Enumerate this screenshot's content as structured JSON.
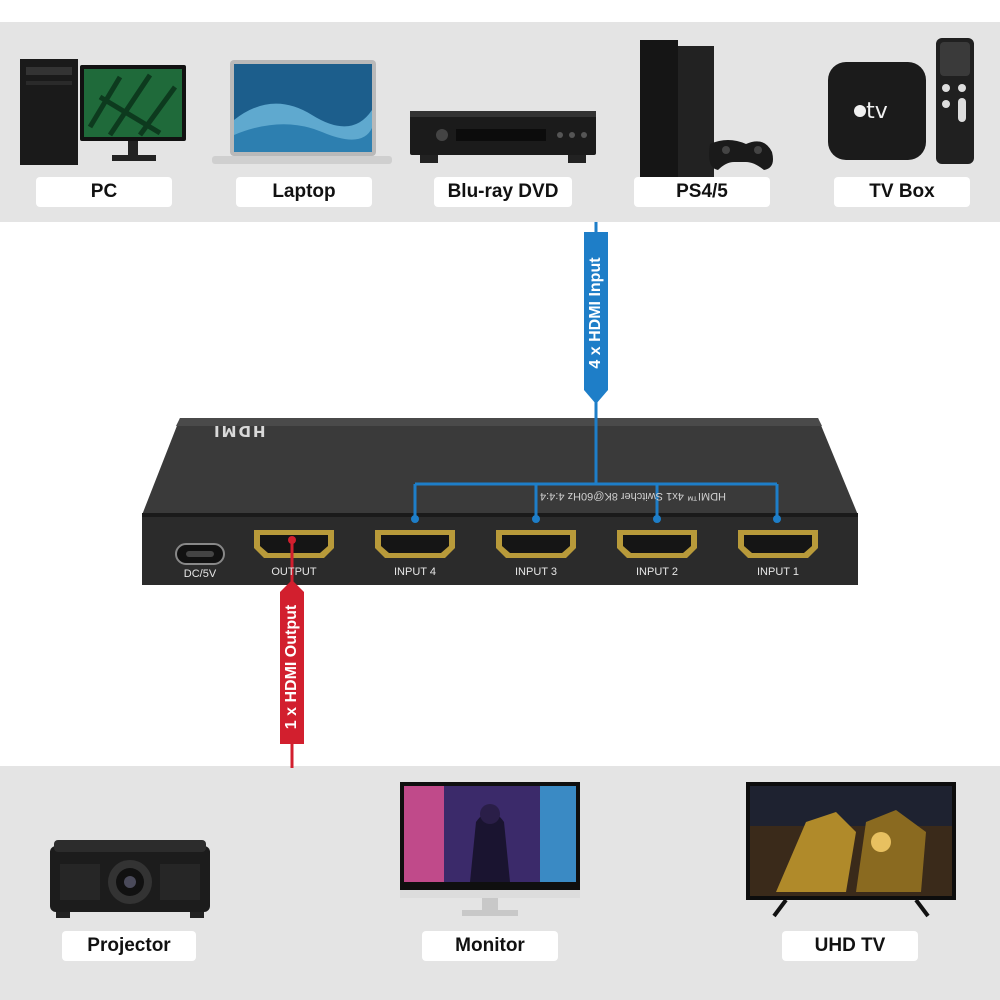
{
  "sources": [
    {
      "label": "PC",
      "icon": "pc-icon"
    },
    {
      "label": "Laptop",
      "icon": "laptop-icon"
    },
    {
      "label": "Blu-ray DVD",
      "icon": "bluray-player-icon"
    },
    {
      "label": "PS4/5",
      "icon": "game-console-icon"
    },
    {
      "label": "TV Box",
      "icon": "tv-box-icon"
    }
  ],
  "displays": [
    {
      "label": "Projector",
      "icon": "projector-icon"
    },
    {
      "label": "Monitor",
      "icon": "monitor-icon"
    },
    {
      "label": "UHD TV",
      "icon": "tv-icon"
    }
  ],
  "input_callout": "4 x HDMI Input",
  "output_callout": "1 x HDMI Output",
  "switcher": {
    "logo": "HDMI",
    "model_text": "HDMI™ 4x1 Switcher 8K@60Hz 4:4:4",
    "ports": {
      "dc": "DC/5V",
      "output": "OUTPUT",
      "input4": "INPUT 4",
      "input3": "INPUT 3",
      "input2": "INPUT 2",
      "input1": "INPUT 1"
    }
  },
  "colors": {
    "input_blue": "#1e7ec8",
    "output_red": "#d21f2e",
    "panel_gray": "#e4e4e4",
    "switcher_body": "#2b2b2b"
  }
}
